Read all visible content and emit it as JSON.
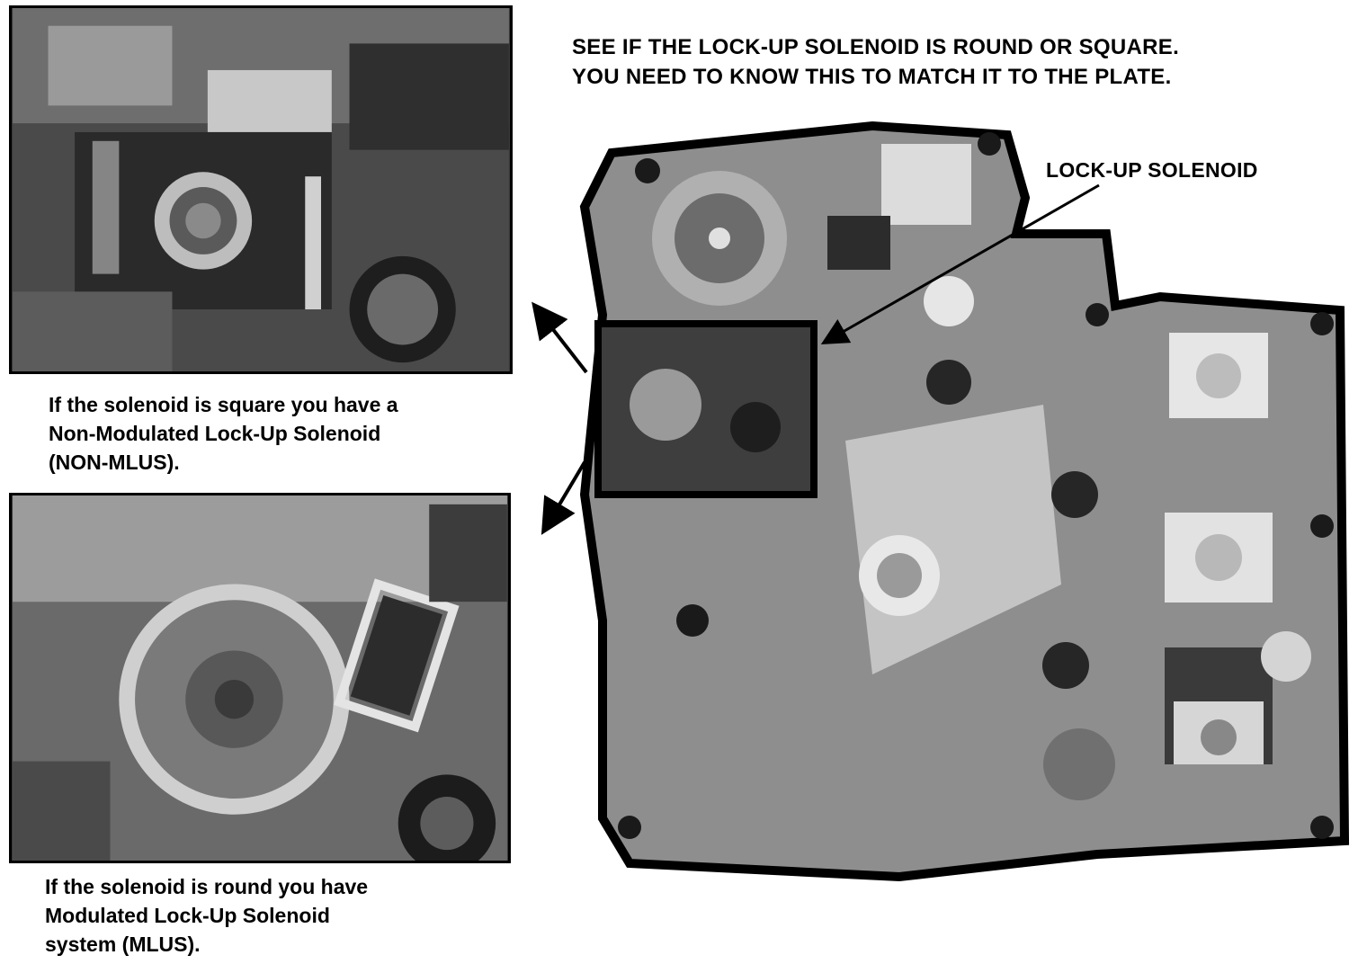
{
  "instruction": {
    "line1": "SEE IF THE LOCK-UP SOLENOID IS ROUND OR SQUARE.",
    "line2": "YOU NEED TO KNOW THIS TO MATCH IT TO THE PLATE."
  },
  "callout": {
    "label": "LOCK-UP SOLENOID"
  },
  "captions": {
    "square": {
      "line1": "If the solenoid is square you have a",
      "line2": "Non-Modulated Lock-Up Solenoid",
      "line3": "(NON-MLUS)."
    },
    "round": {
      "line1": "If the solenoid is round you have",
      "line2": "Modulated Lock-Up Solenoid",
      "line3": "system (MLUS)."
    }
  },
  "colors": {
    "ink": "#000000",
    "photo_dark": "#3a3a3a",
    "photo_light": "#d8d8d8"
  }
}
